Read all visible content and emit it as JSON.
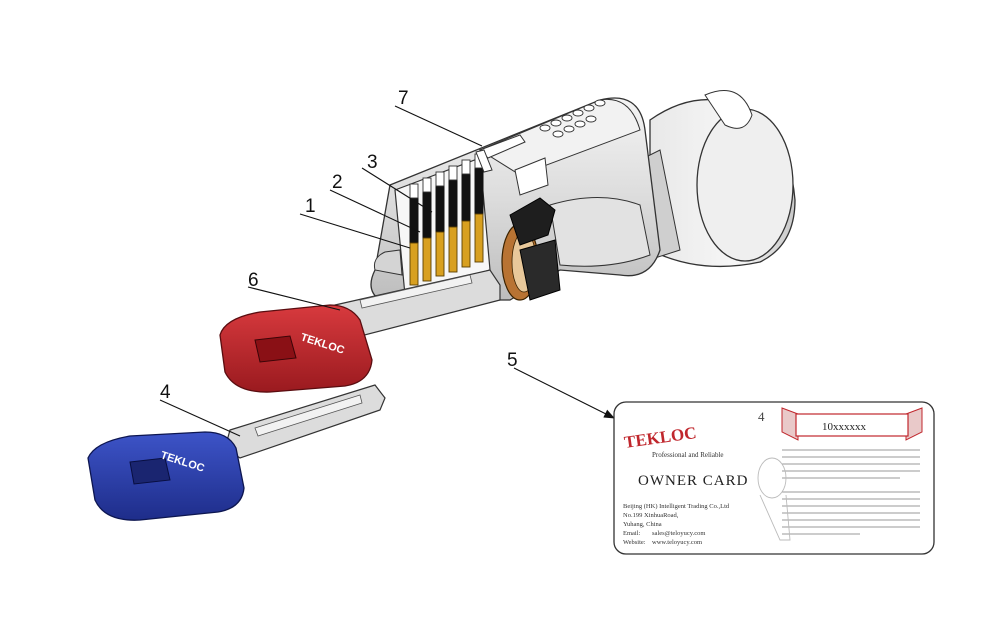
{
  "callouts": [
    {
      "id": "1",
      "label": "1"
    },
    {
      "id": "2",
      "label": "2"
    },
    {
      "id": "3",
      "label": "3"
    },
    {
      "id": "4",
      "label": "4"
    },
    {
      "id": "5",
      "label": "5"
    },
    {
      "id": "6",
      "label": "6"
    },
    {
      "id": "7",
      "label": "7"
    }
  ],
  "key_brand": "TEKLOC",
  "card": {
    "logo_text": "TEKLOC",
    "tagline": "Professional and Reliable",
    "title": "OWNER CARD",
    "serial": "10xxxxxx",
    "corner_number": "4",
    "company": "Beijing (HK) Intelligent Trading Co.,Ltd",
    "address1": "No.199 XinhuaRoad,",
    "address2": "Yuhang, China",
    "email_label": "Email:",
    "email_value": "sales@teloyucy.com",
    "website_label": "Website:",
    "website_value": "www.teloyucy.com"
  },
  "colors": {
    "red_key": "#c0272d",
    "blue_key": "#2b3fa8",
    "brass": "#d8a020",
    "copper_ring": "#b87333",
    "metal": "#d8d8d8"
  }
}
